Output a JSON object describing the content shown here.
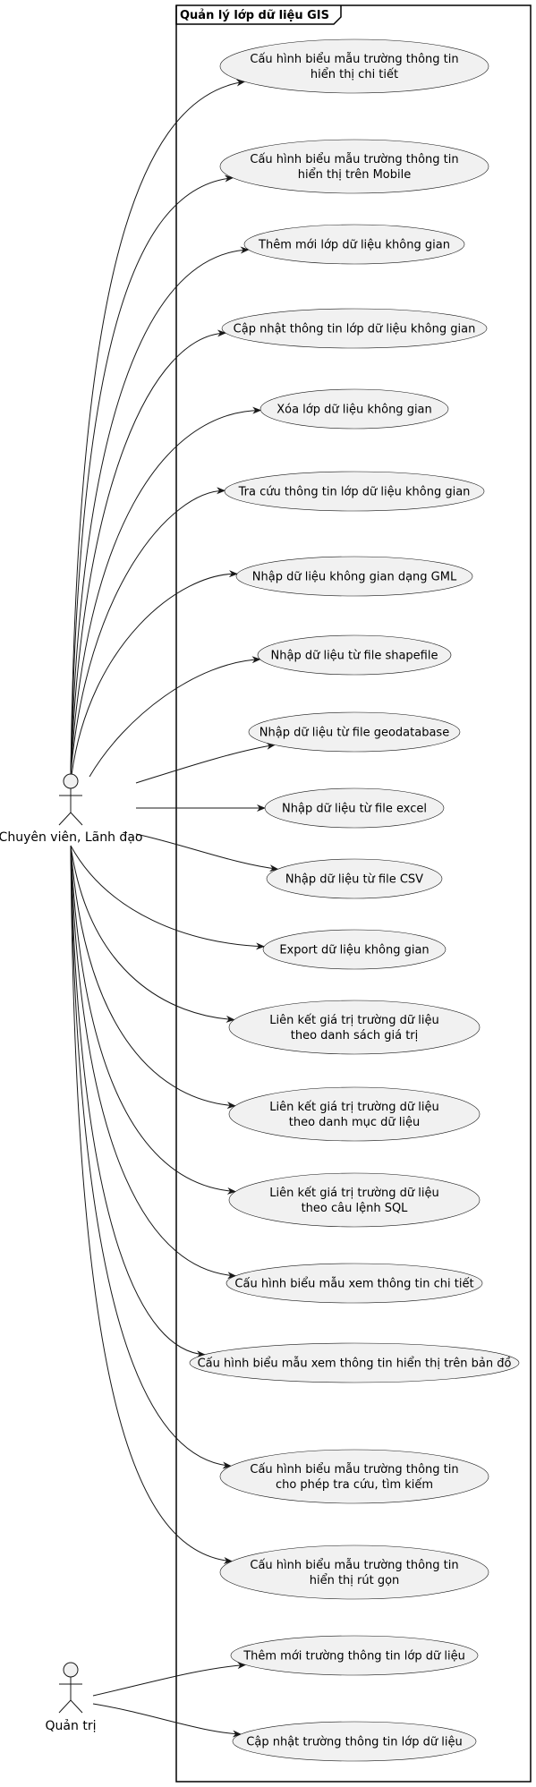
{
  "package": {
    "title": "Quản lý lớp dữ liệu GIS"
  },
  "actors": [
    {
      "id": "chuyen-vien",
      "label": "Chuyên viên, Lãnh đạo"
    },
    {
      "id": "quan-tri",
      "label": "Quản trị"
    }
  ],
  "use_cases": [
    {
      "lines": [
        "Cấu hình biểu mẫu trường thông tin",
        "hiển thị chi tiết"
      ],
      "actor": "chuyen-vien"
    },
    {
      "lines": [
        "Cấu hình biểu mẫu trường thông tin",
        "hiển thị trên Mobile"
      ],
      "actor": "chuyen-vien"
    },
    {
      "lines": [
        "Thêm mới lớp dữ liệu không gian"
      ],
      "actor": "chuyen-vien"
    },
    {
      "lines": [
        "Cập nhật thông tin lớp dữ liệu không gian"
      ],
      "actor": "chuyen-vien"
    },
    {
      "lines": [
        "Xóa lớp dữ liệu không gian"
      ],
      "actor": "chuyen-vien"
    },
    {
      "lines": [
        "Tra cứu thông tin lớp dữ liệu không gian"
      ],
      "actor": "chuyen-vien"
    },
    {
      "lines": [
        "Nhập dữ liệu không gian dạng GML"
      ],
      "actor": "chuyen-vien"
    },
    {
      "lines": [
        "Nhập dữ liệu từ file shapefile"
      ],
      "actor": "chuyen-vien"
    },
    {
      "lines": [
        "Nhập dữ liệu từ file geodatabase"
      ],
      "actor": "chuyen-vien"
    },
    {
      "lines": [
        "Nhập dữ liệu từ file excel"
      ],
      "actor": "chuyen-vien"
    },
    {
      "lines": [
        "Nhập dữ liệu từ file CSV"
      ],
      "actor": "chuyen-vien"
    },
    {
      "lines": [
        "Export dữ liệu không gian"
      ],
      "actor": "chuyen-vien"
    },
    {
      "lines": [
        "Liên kết giá trị trường dữ liệu",
        "theo danh sách giá trị"
      ],
      "actor": "chuyen-vien"
    },
    {
      "lines": [
        "Liên kết giá trị trường dữ liệu",
        "theo danh mục dữ liệu"
      ],
      "actor": "chuyen-vien"
    },
    {
      "lines": [
        "Liên kết giá trị trường dữ liệu",
        "theo câu lệnh SQL"
      ],
      "actor": "chuyen-vien"
    },
    {
      "lines": [
        "Cấu hình biểu mẫu xem thông tin chi tiết"
      ],
      "actor": "chuyen-vien"
    },
    {
      "lines": [
        "Cấu hình biểu mẫu xem thông tin hiển thị trên bản đồ"
      ],
      "actor": "chuyen-vien"
    },
    {
      "lines": [
        "Cấu hình biểu mẫu trường thông tin",
        "cho phép tra cứu, tìm kiếm"
      ],
      "actor": "chuyen-vien"
    },
    {
      "lines": [
        "Cấu hình biểu mẫu trường thông tin",
        "hiển thị rút gọn"
      ],
      "actor": "chuyen-vien"
    },
    {
      "lines": [
        "Thêm mới trường thông tin lớp dữ liệu"
      ],
      "actor": "quan-tri"
    },
    {
      "lines": [
        "Cập nhật trường thông tin lớp dữ liệu"
      ],
      "actor": "quan-tri"
    }
  ]
}
